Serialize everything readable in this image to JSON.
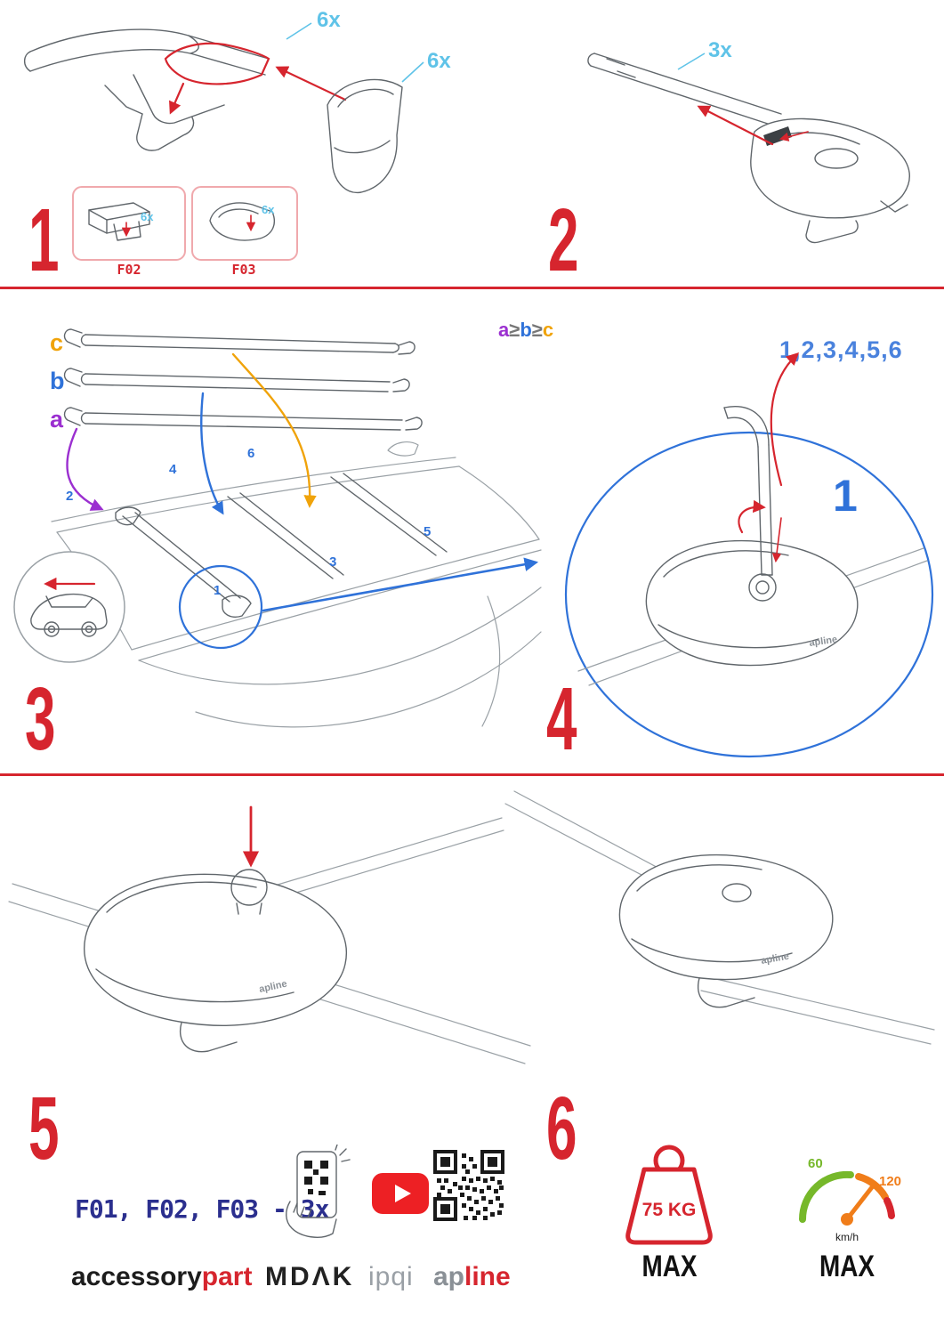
{
  "colors": {
    "accent_red": "#d6252e",
    "qty_cyan": "#5fc3e8",
    "highlight_blue": "#2f72d9",
    "label_purple": "#9b2fd0",
    "label_orange": "#f0a30a",
    "note_navy": "#2b2f8e",
    "speed_green": "#76b82a",
    "speed_orange": "#f07d1a"
  },
  "step1": {
    "number": "1",
    "qty_top": "6x",
    "qty_right": "6x",
    "box1_label": "F02",
    "box1_qty": "6x",
    "box2_label": "F03",
    "box2_qty": "6x"
  },
  "step2": {
    "number": "2",
    "qty": "3x"
  },
  "step3": {
    "number": "3",
    "bar_a": "a",
    "bar_b": "b",
    "bar_c": "c",
    "rule": {
      "a": "a",
      "ge1": "≥",
      "b": "b",
      "ge2": "≥",
      "c": "c"
    },
    "pos": {
      "p1": "1",
      "p2": "2",
      "p3": "3",
      "p4": "4",
      "p5": "5",
      "p6": "6"
    }
  },
  "step4": {
    "number": "4",
    "sequence": "1,2,3,4,5,6",
    "callout": "1",
    "clamp_logo": "apline"
  },
  "step5": {
    "number": "5",
    "parts_note": "F01, F02, F03 - 3x",
    "clamp_logo": "apline"
  },
  "step6": {
    "number": "6",
    "clamp_logo": "apline",
    "weight_value": "75 KG",
    "weight_max": "MAX",
    "speed_low": "60",
    "speed_high": "120",
    "speed_unit": "km/h",
    "speed_max": "MAX"
  },
  "footer": {
    "brand1_black": "accessory",
    "brand1_red": "part",
    "brand2": "MDΛK",
    "brand3": "ipqi",
    "brand4_grey": "ap",
    "brand4_red": "line"
  }
}
